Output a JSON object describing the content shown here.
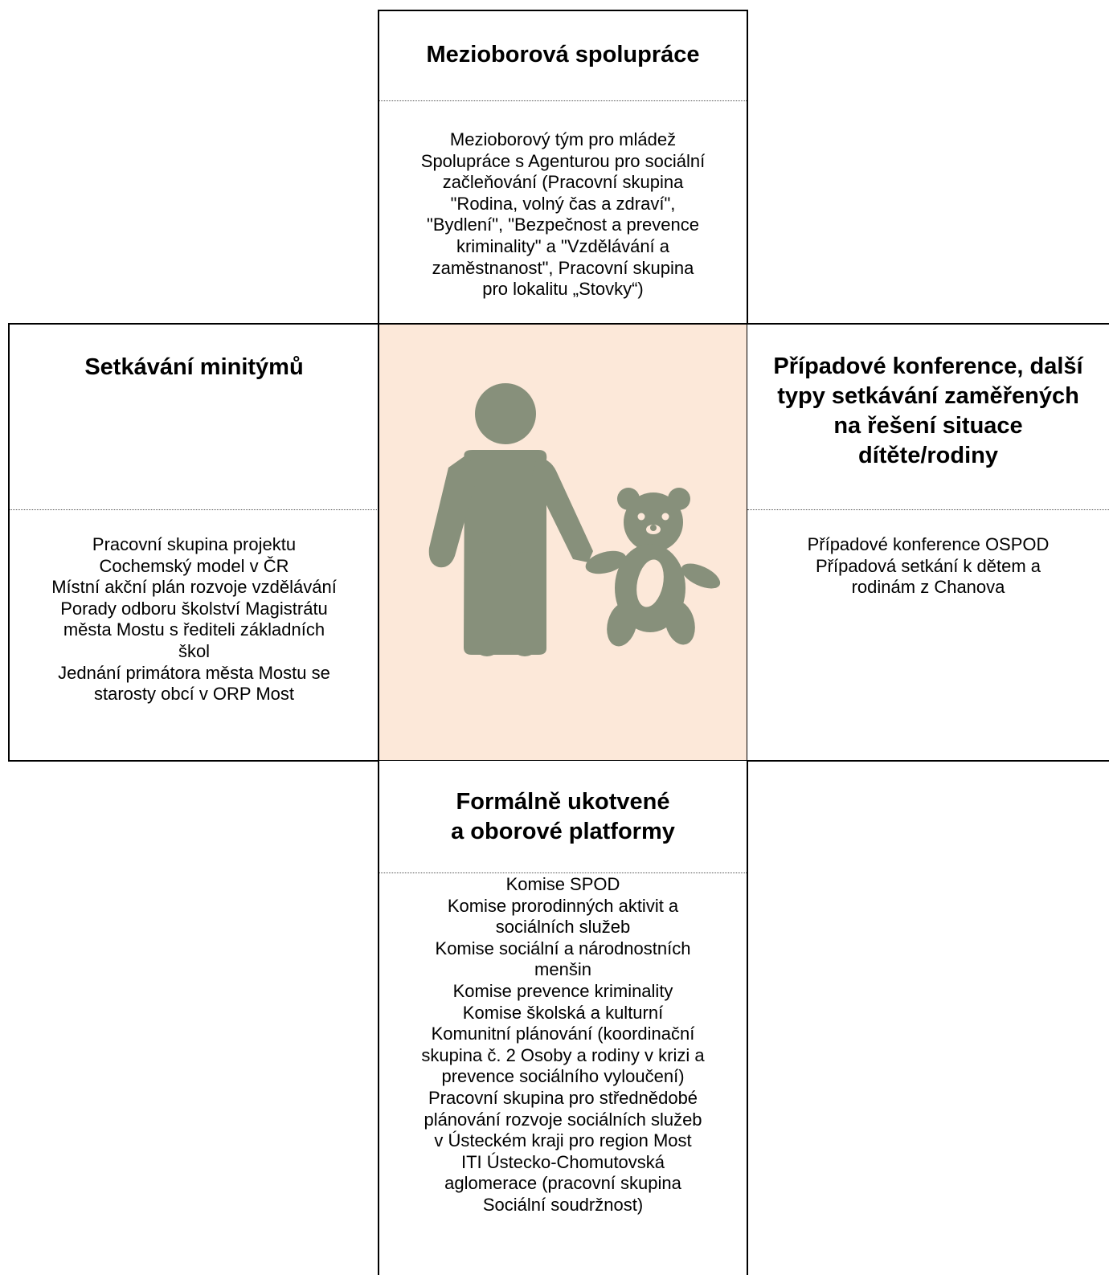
{
  "top": {
    "title": "Mezioborová spolupráce",
    "text": "Mezioborový tým pro mládež\nSpolupráce s Agenturou pro sociální\nzačleňování (Pracovní skupina\n\"Rodina, volný čas a zdraví\",\n\"Bydlení\", \"Bezpečnost a prevence\nkriminality\" a \"Vzdělávání a\nzaměstnanost\", Pracovní skupina\npro lokalitu „Stovky“)"
  },
  "left": {
    "title": "Setkávání minitýmů",
    "text": "Pracovní skupina projektu\nCochemský model v ČR\nMístní akční plán rozvoje vzdělávání\nPorady odboru školství Magistrátu\nměsta Mostu s řediteli základních\nškol\nJednání primátora města Mostu se\nstarosty obcí v ORP Most"
  },
  "right": {
    "title": "Případové konference, další\ntypy setkávání zaměřených\nna řešení situace\ndítěte/rodiny",
    "text": "Případové konference OSPOD\nPřípadová setkání k dětem a\nrodinám z Chanova"
  },
  "bottom": {
    "title": "Formálně ukotvené\na oborové platformy",
    "text": "Komise SPOD\nKomise prorodinných aktivit a\nsociálních služeb\nKomise sociální a národnostních\nmenšin\nKomise prevence kriminality\nKomise školská a kulturní\nKomunitní plánování (koordinační\nskupina č. 2 Osoby a rodiny v krizi a\nprevence sociálního vyloučení)\nPracovní skupina pro střednědobé\nplánování rozvoje sociálních služeb\nv Ústeckém kraji pro region Most\nITI Ústecko-Chomutovská\naglomerace (pracovní skupina\nSociální soudržnost)"
  },
  "center": {
    "icon": "adult-with-child-teddy-bear-icon",
    "background_color": "#fce8d9",
    "icon_color": "#87907b"
  }
}
